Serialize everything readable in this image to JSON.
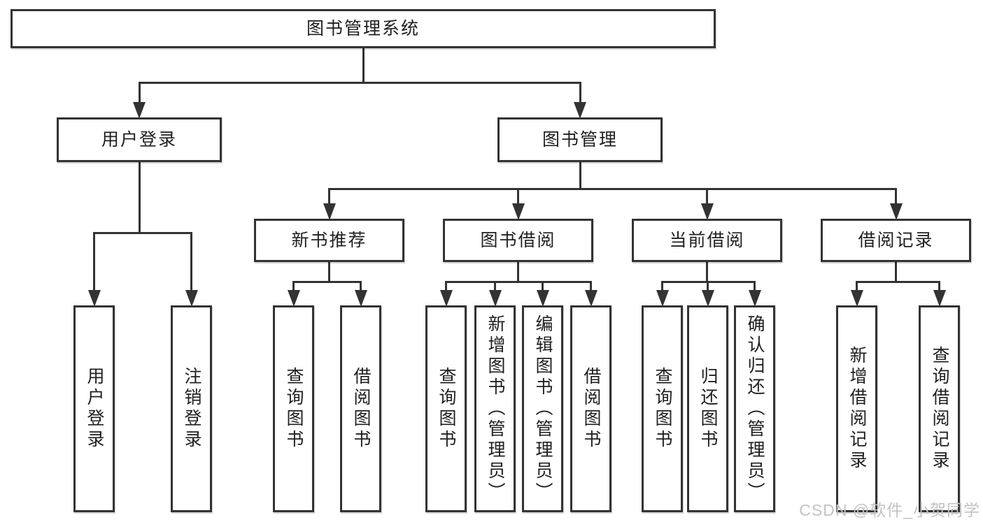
{
  "watermark": {
    "text": "CSDN @软件_小贺同学"
  },
  "colors": {
    "line": "#333333",
    "border": "#333333",
    "fill": "#ffffff",
    "text": "#1f1f1f",
    "watermark": "#c3c3c3"
  },
  "tree": {
    "id": "root",
    "label": "图书管理系统",
    "children": [
      {
        "id": "user-login",
        "label": "用户登录",
        "children": [
          {
            "id": "leaf-user-login",
            "label": "用户登录",
            "vertical": true
          },
          {
            "id": "leaf-logout",
            "label": "注销登录",
            "vertical": true
          }
        ]
      },
      {
        "id": "book-mgmt",
        "label": "图书管理",
        "children": [
          {
            "id": "new-book-rec",
            "label": "新书推荐",
            "children": [
              {
                "id": "leaf-query-book-1",
                "label": "查询图书",
                "vertical": true
              },
              {
                "id": "leaf-borrow-book-1",
                "label": "借阅图书",
                "vertical": true
              }
            ]
          },
          {
            "id": "book-borrow",
            "label": "图书借阅",
            "children": [
              {
                "id": "leaf-query-book-2",
                "label": "查询图书",
                "vertical": true
              },
              {
                "id": "leaf-add-book",
                "label": "新增图书（管理员）",
                "vertical": true
              },
              {
                "id": "leaf-edit-book",
                "label": "编辑图书（管理员）",
                "vertical": true
              },
              {
                "id": "leaf-borrow-book-2",
                "label": "借阅图书",
                "vertical": true
              }
            ]
          },
          {
            "id": "current-borrow",
            "label": "当前借阅",
            "children": [
              {
                "id": "leaf-query-book-3",
                "label": "查询图书",
                "vertical": true
              },
              {
                "id": "leaf-return-book",
                "label": "归还图书",
                "vertical": true
              },
              {
                "id": "leaf-confirm-return",
                "label": "确认归还（管理员）",
                "vertical": true
              }
            ]
          },
          {
            "id": "borrow-records",
            "label": "借阅记录",
            "children": [
              {
                "id": "leaf-add-record",
                "label": "新增借阅记录",
                "vertical": true
              },
              {
                "id": "leaf-query-record",
                "label": "查询借阅记录",
                "vertical": true
              }
            ]
          }
        ]
      }
    ]
  }
}
